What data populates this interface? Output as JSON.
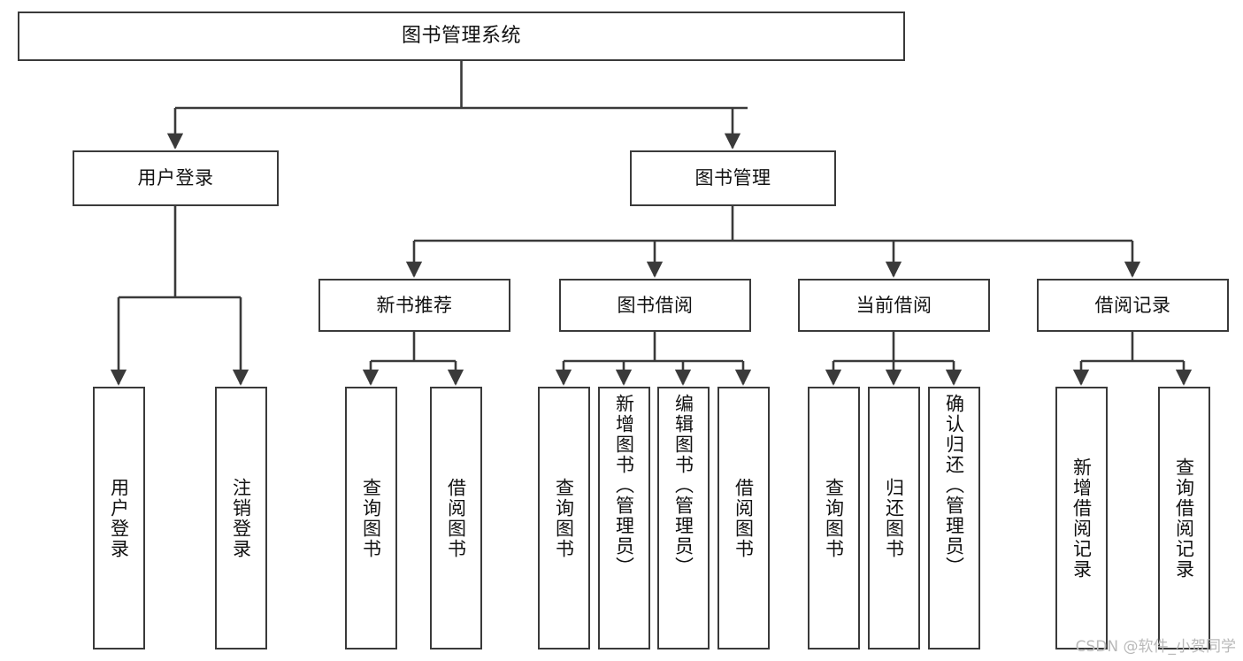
{
  "diagram": {
    "title": "图书管理系统",
    "type": "tree-structure-chart",
    "watermark": "CSDN @软件_小贺同学",
    "colors": {
      "stroke": "#3a3a3a",
      "fill": "#ffffff",
      "text": "#111111",
      "watermark": "#b9b9b9"
    },
    "root": {
      "id": "root",
      "label": "图书管理系统",
      "orientation": "horizontal"
    },
    "level1": [
      {
        "id": "user-login",
        "label": "用户登录",
        "orientation": "horizontal"
      },
      {
        "id": "book-manage",
        "label": "图书管理",
        "orientation": "horizontal"
      }
    ],
    "level2": [
      {
        "id": "new-book-recommend",
        "label": "新书推荐",
        "orientation": "horizontal",
        "parent": "book-manage"
      },
      {
        "id": "book-borrow",
        "label": "图书借阅",
        "orientation": "horizontal",
        "parent": "book-manage"
      },
      {
        "id": "current-borrow",
        "label": "当前借阅",
        "orientation": "horizontal",
        "parent": "book-manage"
      },
      {
        "id": "borrow-record",
        "label": "借阅记录",
        "orientation": "horizontal",
        "parent": "book-manage"
      }
    ],
    "leaves": [
      {
        "id": "leaf-user-login",
        "label": "用户登录",
        "parent": "user-login",
        "orientation": "vertical"
      },
      {
        "id": "leaf-user-logout",
        "label": "注销登录",
        "parent": "user-login",
        "orientation": "vertical"
      },
      {
        "id": "leaf-query-book-1",
        "label": "查询图书",
        "parent": "new-book-recommend",
        "orientation": "vertical"
      },
      {
        "id": "leaf-borrow-book-1",
        "label": "借阅图书",
        "parent": "new-book-recommend",
        "orientation": "vertical"
      },
      {
        "id": "leaf-query-book-2",
        "label": "查询图书",
        "parent": "book-borrow",
        "orientation": "vertical"
      },
      {
        "id": "leaf-add-book",
        "label": "新增图书（管理员）",
        "parent": "book-borrow",
        "orientation": "vertical"
      },
      {
        "id": "leaf-edit-book",
        "label": "编辑图书（管理员）",
        "parent": "book-borrow",
        "orientation": "vertical"
      },
      {
        "id": "leaf-borrow-book-2",
        "label": "借阅图书",
        "parent": "book-borrow",
        "orientation": "vertical"
      },
      {
        "id": "leaf-query-book-3",
        "label": "查询图书",
        "parent": "current-borrow",
        "orientation": "vertical"
      },
      {
        "id": "leaf-return-book",
        "label": "归还图书",
        "parent": "current-borrow",
        "orientation": "vertical"
      },
      {
        "id": "leaf-confirm-return",
        "label": "确认归还（管理员）",
        "parent": "current-borrow",
        "orientation": "vertical"
      },
      {
        "id": "leaf-add-record",
        "label": "新增借阅记录",
        "parent": "borrow-record",
        "orientation": "vertical"
      },
      {
        "id": "leaf-query-record",
        "label": "查询借阅记录",
        "parent": "borrow-record",
        "orientation": "vertical"
      }
    ]
  }
}
